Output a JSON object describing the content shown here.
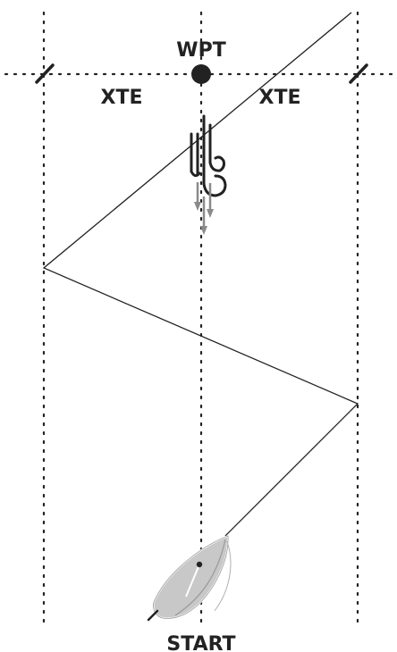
{
  "labels": {
    "waypoint": "WPT",
    "xte_left": "XTE",
    "xte_right": "XTE",
    "start": "START"
  },
  "colors": {
    "line": "#222222",
    "waypoint_marker": "#222222",
    "boat_hull": "#c8c8c8",
    "wind_arrows": "#8a8a8a"
  },
  "icons": {
    "wind": "wind-icon",
    "boat": "sailboat-icon",
    "waypoint": "waypoint-marker"
  }
}
